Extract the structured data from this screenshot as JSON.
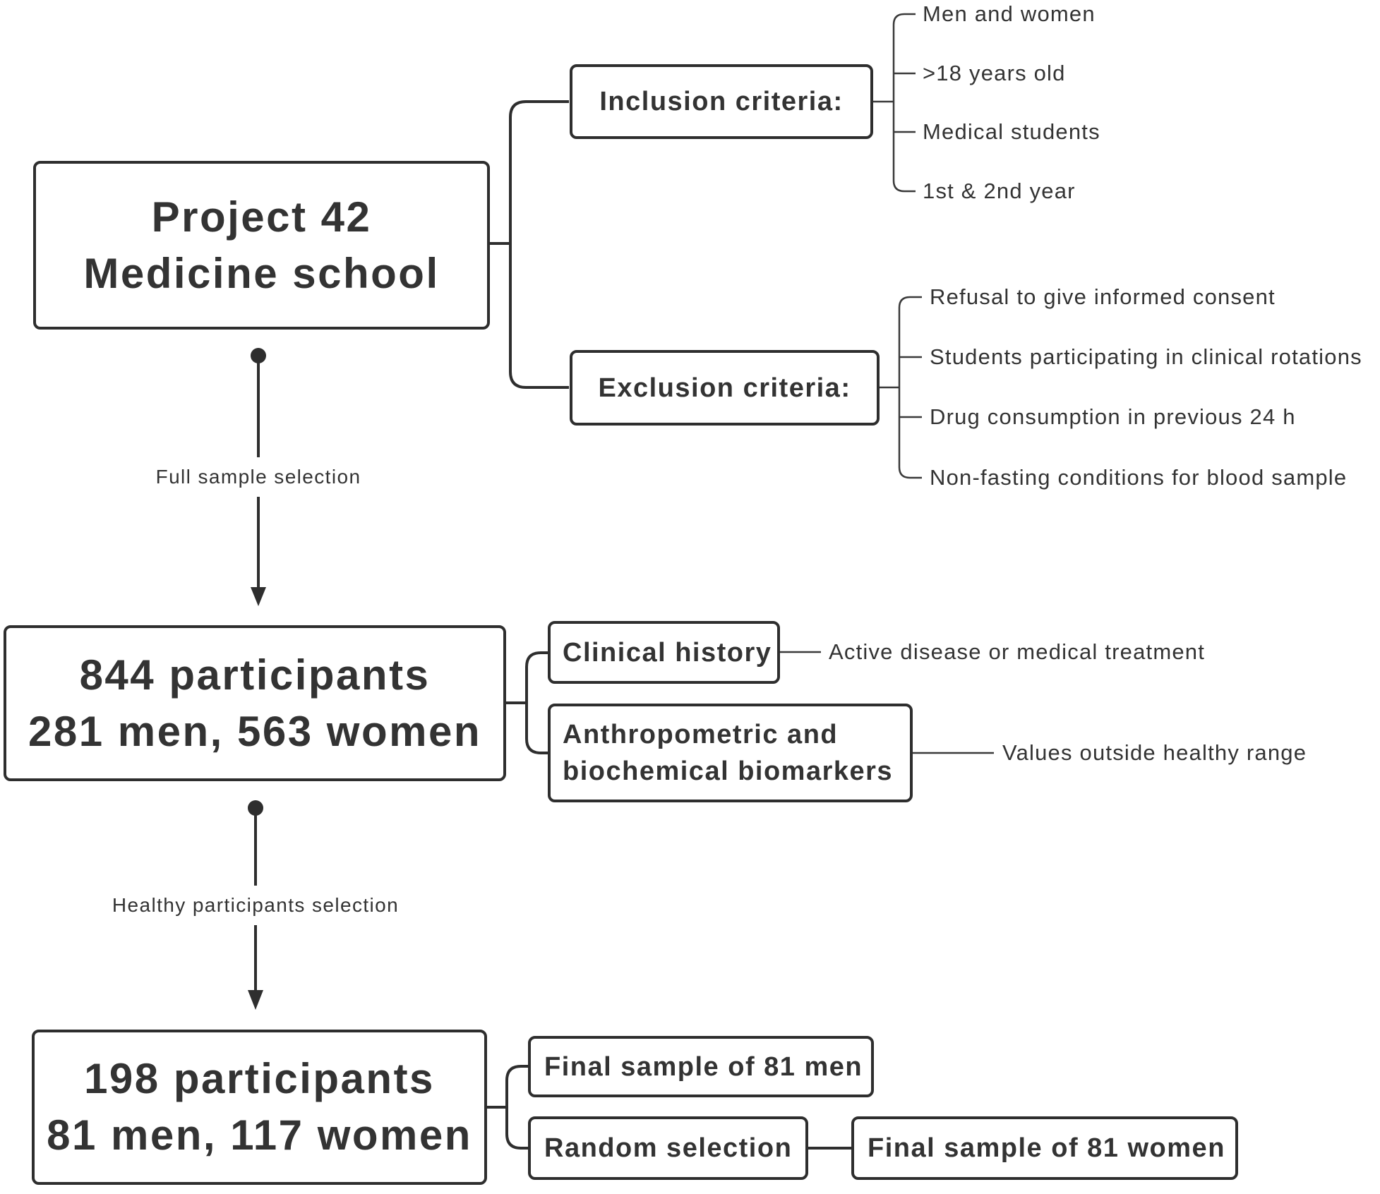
{
  "project": {
    "line1": "Project 42",
    "line2": "Medicine school"
  },
  "inclusion": {
    "title": "Inclusion criteria:",
    "items": [
      "Men and women",
      ">18 years old",
      "Medical students",
      "1st & 2nd year"
    ]
  },
  "exclusion": {
    "title": "Exclusion criteria:",
    "items": [
      "Refusal to give informed consent",
      "Students participating in clinical rotations",
      "Drug consumption in previous 24 h",
      "Non-fasting conditions for blood sample"
    ]
  },
  "full_sample_selection": {
    "label": "Full sample selection"
  },
  "full_sample": {
    "line1": "844 participants",
    "line2": "281 men, 563 women"
  },
  "clinical_history": {
    "title": "Clinical history",
    "criterion": "Active disease or medical treatment"
  },
  "biomarkers": {
    "line1": "Anthropometric and",
    "line2": "biochemical biomarkers",
    "criterion": "Values outside healthy range"
  },
  "healthy_selection": {
    "label": "Healthy participants selection"
  },
  "healthy_sample": {
    "line1": "198 participants",
    "line2": "81 men, 117 women"
  },
  "final_men": {
    "label": "Final sample of 81 men"
  },
  "random_selection": {
    "label": "Random selection"
  },
  "final_women": {
    "label": "Final sample of 81 women"
  }
}
